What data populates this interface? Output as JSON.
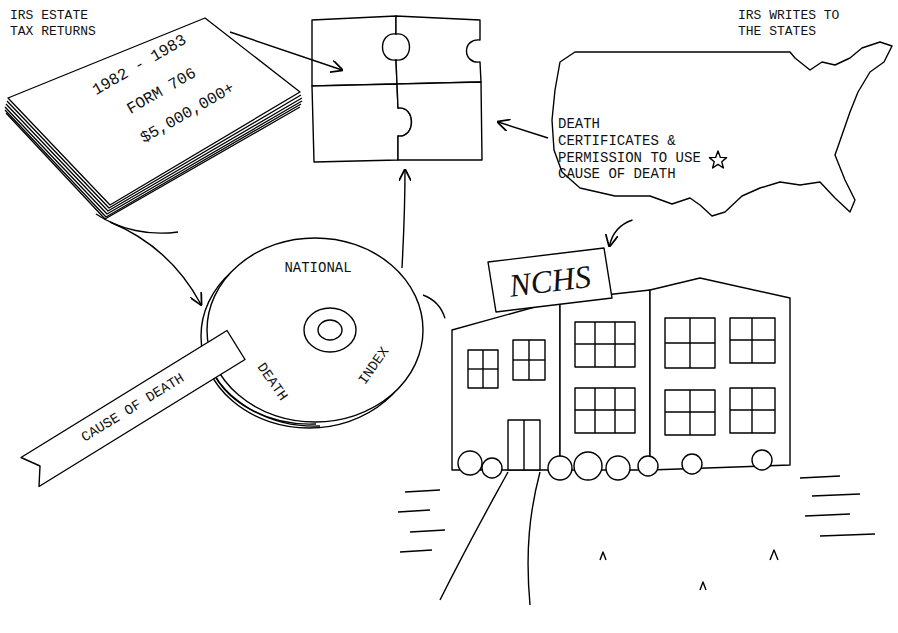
{
  "diagram": {
    "nodes": [
      {
        "text": [
          "IRS ESTATE TAX RETURNS",
          "1982 - 1983",
          "FORM 706",
          "$5,000,000+"
        ]
      },
      {
        "text": [
          "IRS WRITES TO THE STATES",
          "DEATH CERTIFICATES & PERMISSION TO USE CAUSE OF DEATH"
        ]
      },
      {
        "text": [
          "NATIONAL",
          "DEATH",
          "INDEX"
        ]
      },
      {
        "text": [
          "CAUSE OF DEATH"
        ]
      },
      {
        "text": [
          "NCHS"
        ]
      }
    ],
    "edges": [
      {
        "from": 0,
        "to": 2,
        "arrow": "to"
      },
      {
        "from": 1,
        "to": 4,
        "arrow": "to"
      },
      {
        "from": 2,
        "to": 4,
        "arrow": "none"
      }
    ]
  }
}
